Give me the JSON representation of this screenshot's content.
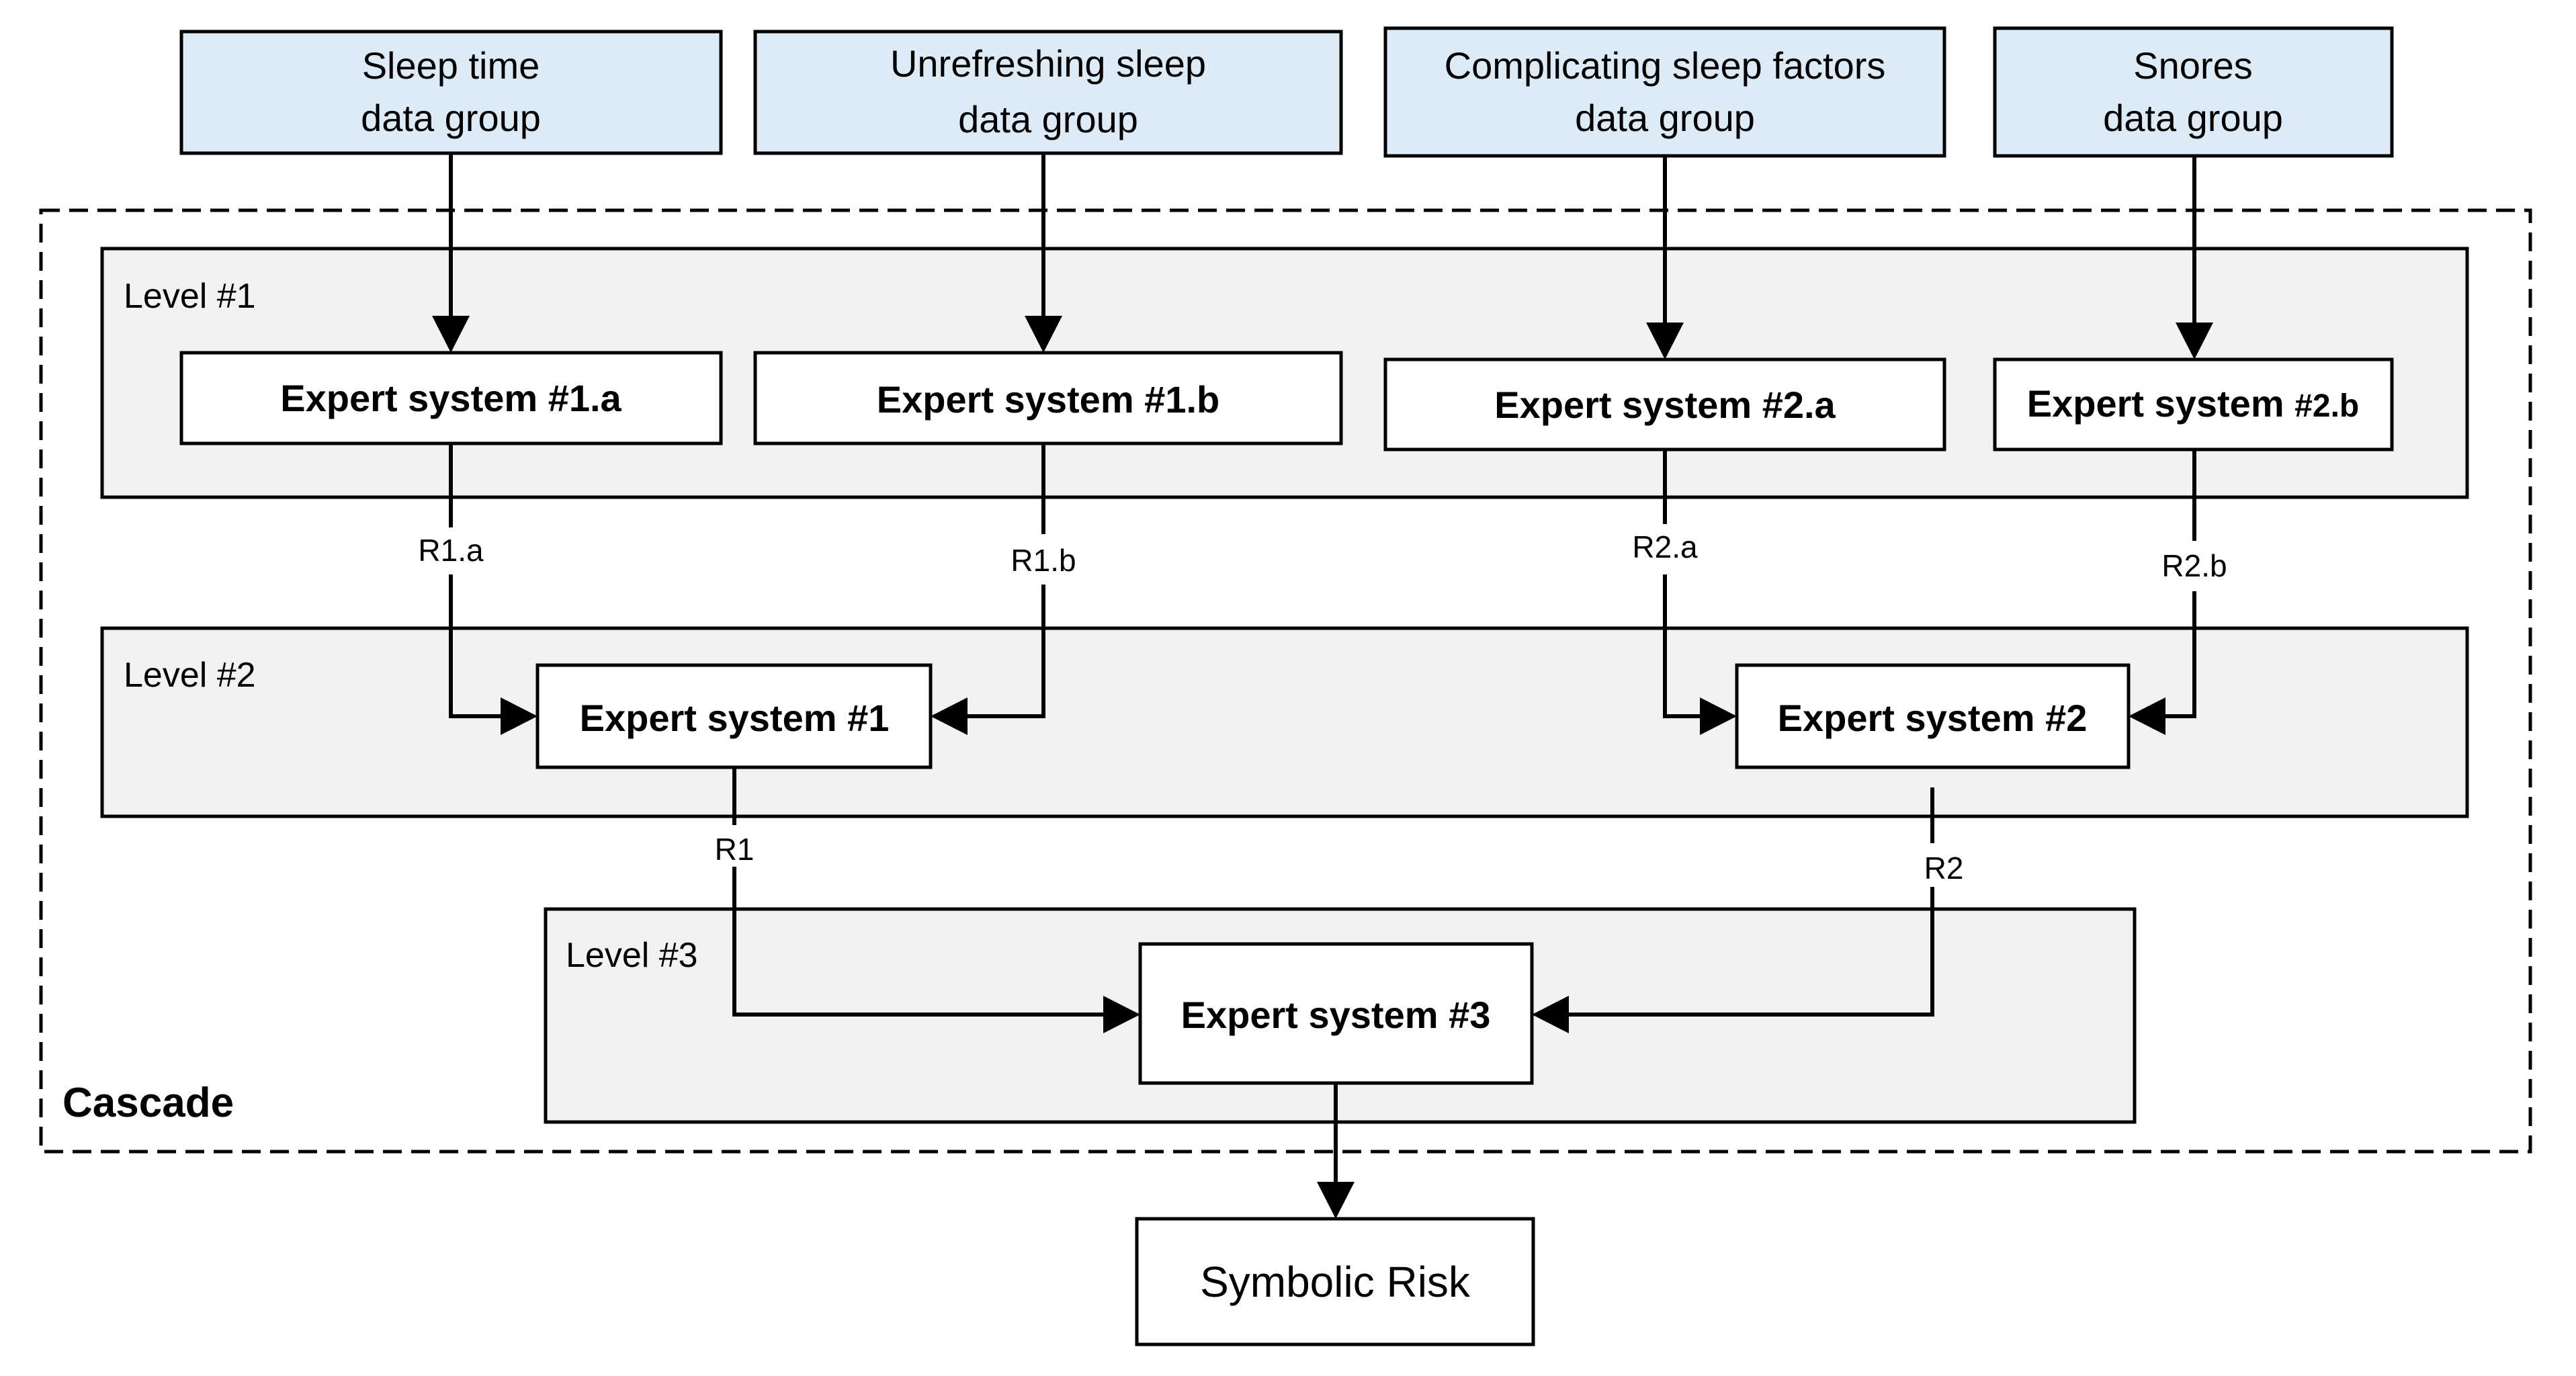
{
  "inputs": {
    "sleep_time": [
      "Sleep time",
      "data group"
    ],
    "unrefreshing": [
      "Unrefreshing sleep",
      "data group"
    ],
    "complicating": [
      "Complicating sleep factors",
      "data group"
    ],
    "snores": [
      "Snores",
      "data group"
    ]
  },
  "cascade_label": "Cascade",
  "levels": {
    "level1": "Level #1",
    "level2": "Level #2",
    "level3": "Level #3"
  },
  "experts": {
    "es1a": "Expert system #1.a",
    "es1b": "Expert system #1.b",
    "es2a": "Expert system #2.a",
    "es2b_main": "Expert system ",
    "es2b_suffix": "#2.b",
    "es1": "Expert system #1",
    "es2": "Expert system #2",
    "es3": "Expert system #3"
  },
  "results": {
    "r1a": "R1.a",
    "r1b": "R1.b",
    "r2a": "R2.a",
    "r2b": "R2.b",
    "r1": "R1",
    "r2": "R2"
  },
  "output": "Symbolic Risk",
  "colors": {
    "input_fill": "#dcebf6",
    "level_fill": "#f2f2f2",
    "stroke": "#000000"
  }
}
